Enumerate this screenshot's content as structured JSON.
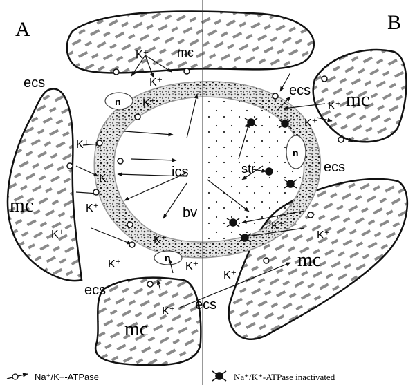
{
  "panel_labels": {
    "left": "A",
    "right": "B"
  },
  "labels": {
    "mc": "mc",
    "ecs": "ecs",
    "k_plus": "K⁺",
    "ics": "ics",
    "str": "str",
    "bv": "bv",
    "n": "n"
  },
  "legend": {
    "active": "Na⁺/K+-ATPase",
    "inactive": "Na⁺/K⁺-ATPase inactivated"
  },
  "colors": {
    "cell_hatch": "#8a8a8a",
    "outline": "#111111",
    "stipple": "#222222"
  }
}
